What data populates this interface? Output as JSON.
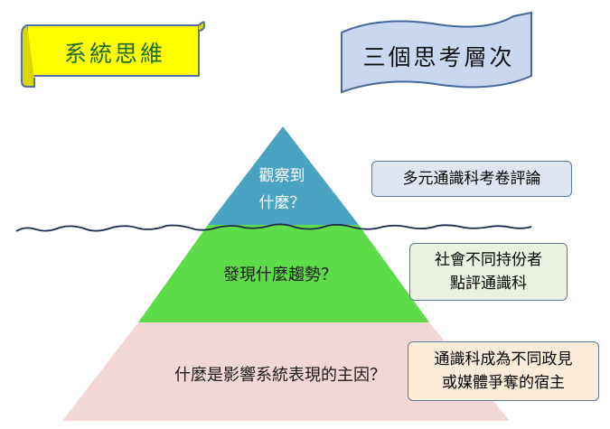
{
  "banners": {
    "left_title": "系統思維",
    "right_title": "三個思考層次"
  },
  "pyramid": {
    "top_label_line1": "觀察到",
    "top_label_line2": "什麼？",
    "middle_label": "發現什麼趨勢？",
    "bottom_label": "什麼是影響系統表現的主因？"
  },
  "side_boxes": {
    "box1": "多元通識科考卷評論",
    "box2_line1": "社會不同持份者",
    "box2_line2": "點評通識科",
    "box3_line1": "通識科成為不同政見",
    "box3_line2": "或媒體爭奪的宿主"
  },
  "colors": {
    "pyramid_top": "#4aa3c0",
    "pyramid_middle": "#5ddb48",
    "pyramid_bottom": "#f2d7d7",
    "left_banner": "#ffff00",
    "right_banner": "#c9d7f0"
  }
}
